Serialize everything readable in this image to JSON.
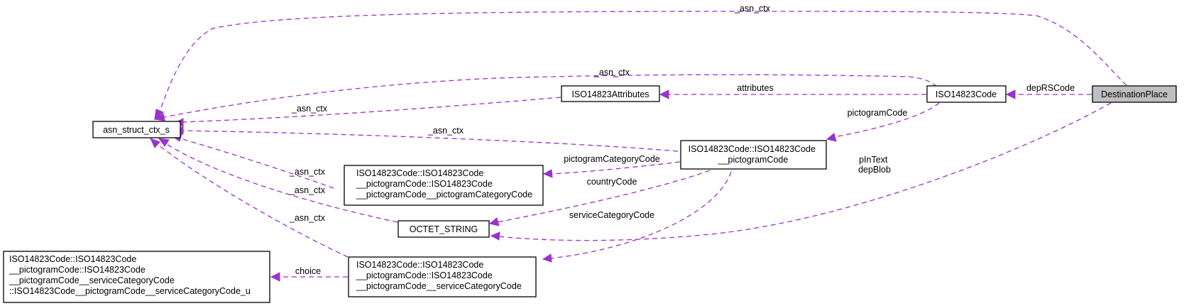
{
  "nodes": {
    "asn_struct_ctx_s": [
      "asn_struct_ctx_s"
    ],
    "iso14823attributes": [
      "ISO14823Attributes"
    ],
    "iso14823code": [
      "ISO14823Code"
    ],
    "destinationplace": [
      "DestinationPlace"
    ],
    "pictogramcode": [
      "ISO14823Code::ISO14823Code",
      "__pictogramCode"
    ],
    "pictogramcategorycode": [
      "ISO14823Code::ISO14823Code",
      "__pictogramCode::ISO14823Code",
      "__pictogramCode__pictogramCategoryCode"
    ],
    "octet_string": [
      "OCTET_STRING"
    ],
    "servicecategorycode": [
      "ISO14823Code::ISO14823Code",
      "__pictogramCode::ISO14823Code",
      "__pictogramCode__serviceCategoryCode"
    ],
    "servicecategorycode_u": [
      "ISO14823Code::ISO14823Code",
      "__pictogramCode::ISO14823Code",
      "__pictogramCode__serviceCategoryCode",
      "::ISO14823Code__pictogramCode__serviceCategoryCode_u"
    ]
  },
  "edges": {
    "dest_asn_ctx": [
      "_asn_ctx"
    ],
    "code_asn_ctx": [
      "_asn_ctx"
    ],
    "attr_asn_ctx": [
      "_asn_ctx"
    ],
    "pict_asn_ctx": [
      "_asn_ctx"
    ],
    "pcat_asn_ctx": [
      "_asn_ctx"
    ],
    "octet_asn_ctx": [
      "_asn_ctx"
    ],
    "scat_asn_ctx": [
      "_asn_ctx"
    ],
    "depRSCode": [
      "depRSCode"
    ],
    "attributes": [
      "attributes"
    ],
    "pictogramCode": [
      "pictogramCode"
    ],
    "pictogramCategoryCode": [
      "pictogramCategoryCode"
    ],
    "countryCode": [
      "countryCode"
    ],
    "serviceCategoryCode": [
      "serviceCategoryCode"
    ],
    "pInText_depBlob": [
      "pInText",
      "depBlob"
    ],
    "choice": [
      "choice"
    ]
  }
}
